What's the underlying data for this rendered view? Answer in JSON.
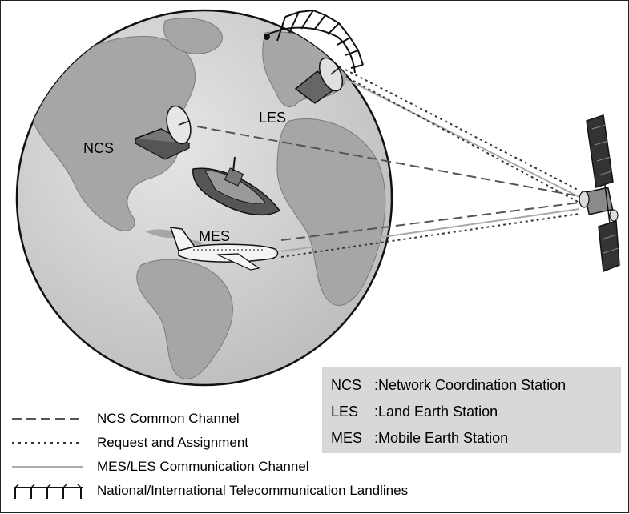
{
  "labels": {
    "les": "LES",
    "ncs": "NCS",
    "mes": "MES"
  },
  "abbreviations": [
    {
      "key": "NCS",
      "value": ":Network Coordination Station"
    },
    {
      "key": "LES",
      "value": ":Land Earth Station"
    },
    {
      "key": "MES",
      "value": ":Mobile Earth Station"
    }
  ],
  "legend": [
    {
      "style": "long-dash",
      "label": "NCS Common Channel"
    },
    {
      "style": "short-dash",
      "label": "Request and Assignment"
    },
    {
      "style": "solid-light",
      "label": "MES/LES Communication Channel"
    },
    {
      "style": "landline",
      "label": "National/International Telecommunication Landlines"
    }
  ],
  "colors": {
    "globe_ocean": "#d4d4d4",
    "globe_land": "#a9a9a9",
    "box": "#d8d8d8",
    "ncs_line": "#555555",
    "request_line": "#333333",
    "mes_les_line": "#aaaaaa"
  }
}
